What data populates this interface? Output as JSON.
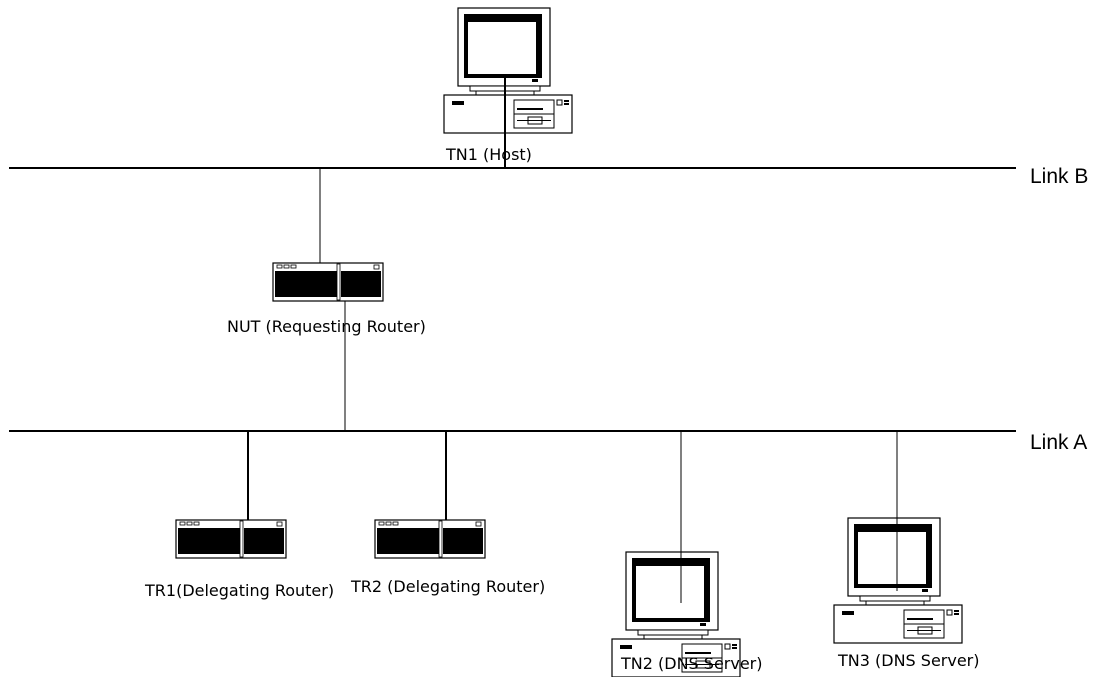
{
  "links": {
    "link_b": "Link B",
    "link_a": "Link A"
  },
  "nodes": {
    "tn1": "TN1 (Host)",
    "nut": "NUT (Requesting Router)",
    "tr1": "TR1(Delegating Router)",
    "tr2": "TR2 (Delegating Router)",
    "tn2": "TN2 (DNS Server)",
    "tn3": "TN3 (DNS Server)"
  },
  "icons": {
    "tn1": "computer-icon",
    "nut": "router-icon",
    "tr1": "router-icon",
    "tr2": "router-icon",
    "tn2": "computer-icon",
    "tn3": "computer-icon"
  }
}
